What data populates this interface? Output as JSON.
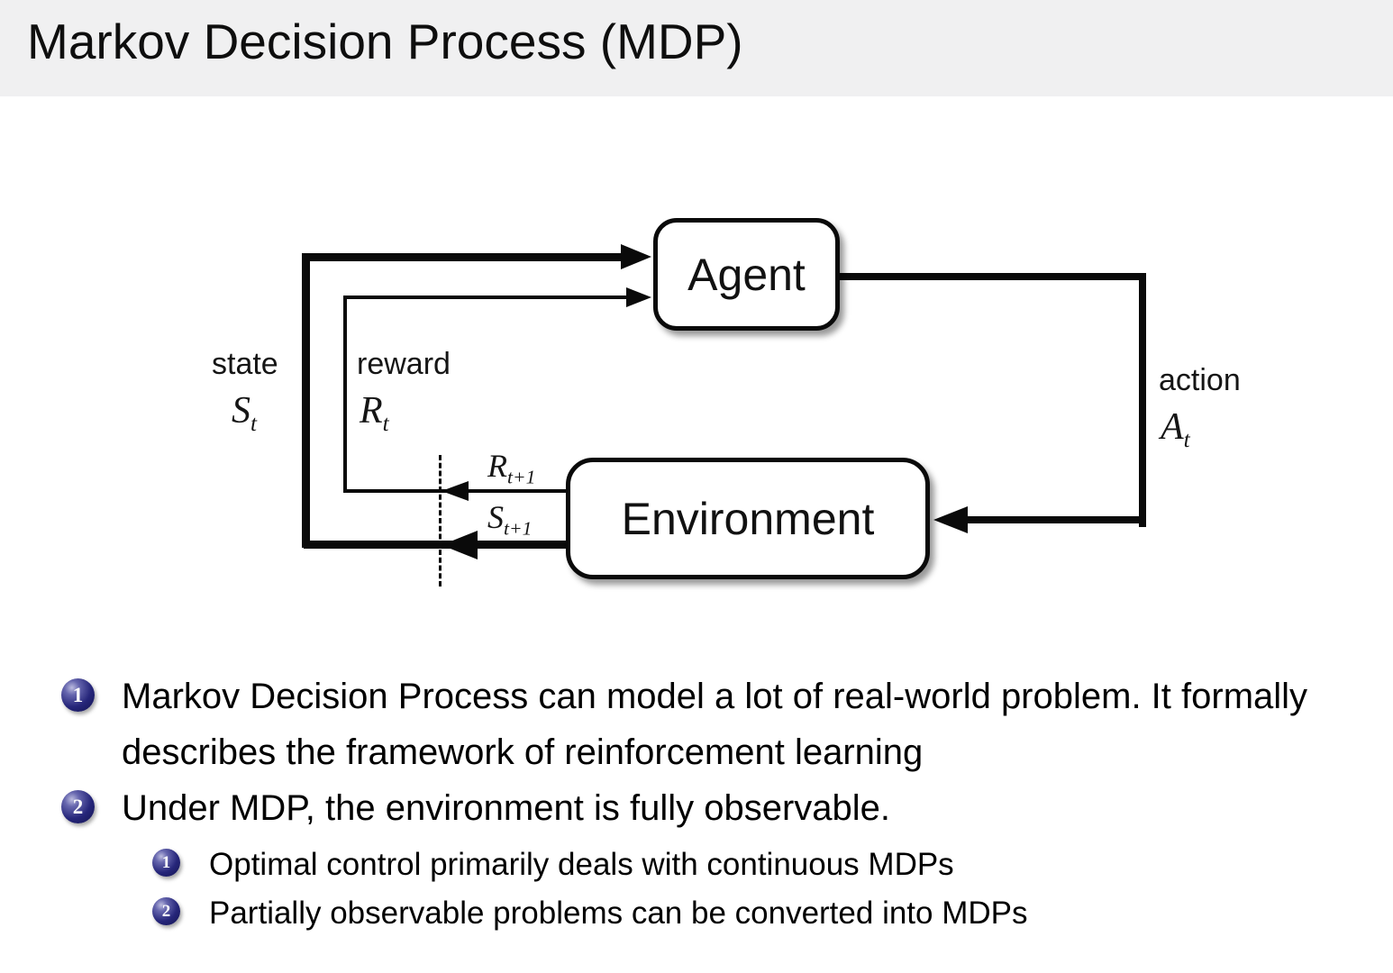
{
  "slide": {
    "title": "Markov Decision Process (MDP)"
  },
  "diagram": {
    "agent_label": "Agent",
    "environment_label": "Environment",
    "state_label": "state",
    "state_symbol": "S",
    "state_subscript": "t",
    "reward_label": "reward",
    "reward_symbol": "R",
    "reward_subscript": "t",
    "action_label": "action",
    "action_symbol": "A",
    "action_subscript": "t",
    "next_reward_symbol": "R",
    "next_reward_subscript": "t+1",
    "next_state_symbol": "S",
    "next_state_subscript": "t+1"
  },
  "bullets": [
    {
      "number": "1",
      "text": "Markov Decision Process can model a lot of real-world problem. It formally describes the framework of reinforcement learning"
    },
    {
      "number": "2",
      "text": "Under MDP, the environment is fully observable.",
      "sub": [
        {
          "number": "1",
          "text": "Optimal control primarily deals with continuous MDPs"
        },
        {
          "number": "2",
          "text": "Partially observable problems can be converted into MDPs"
        }
      ]
    }
  ],
  "colors": {
    "title_bar_bg": "#f0f0f1",
    "ball_blue": "#26267a",
    "diagram_line": "#0a0a0a",
    "text": "#000000"
  }
}
